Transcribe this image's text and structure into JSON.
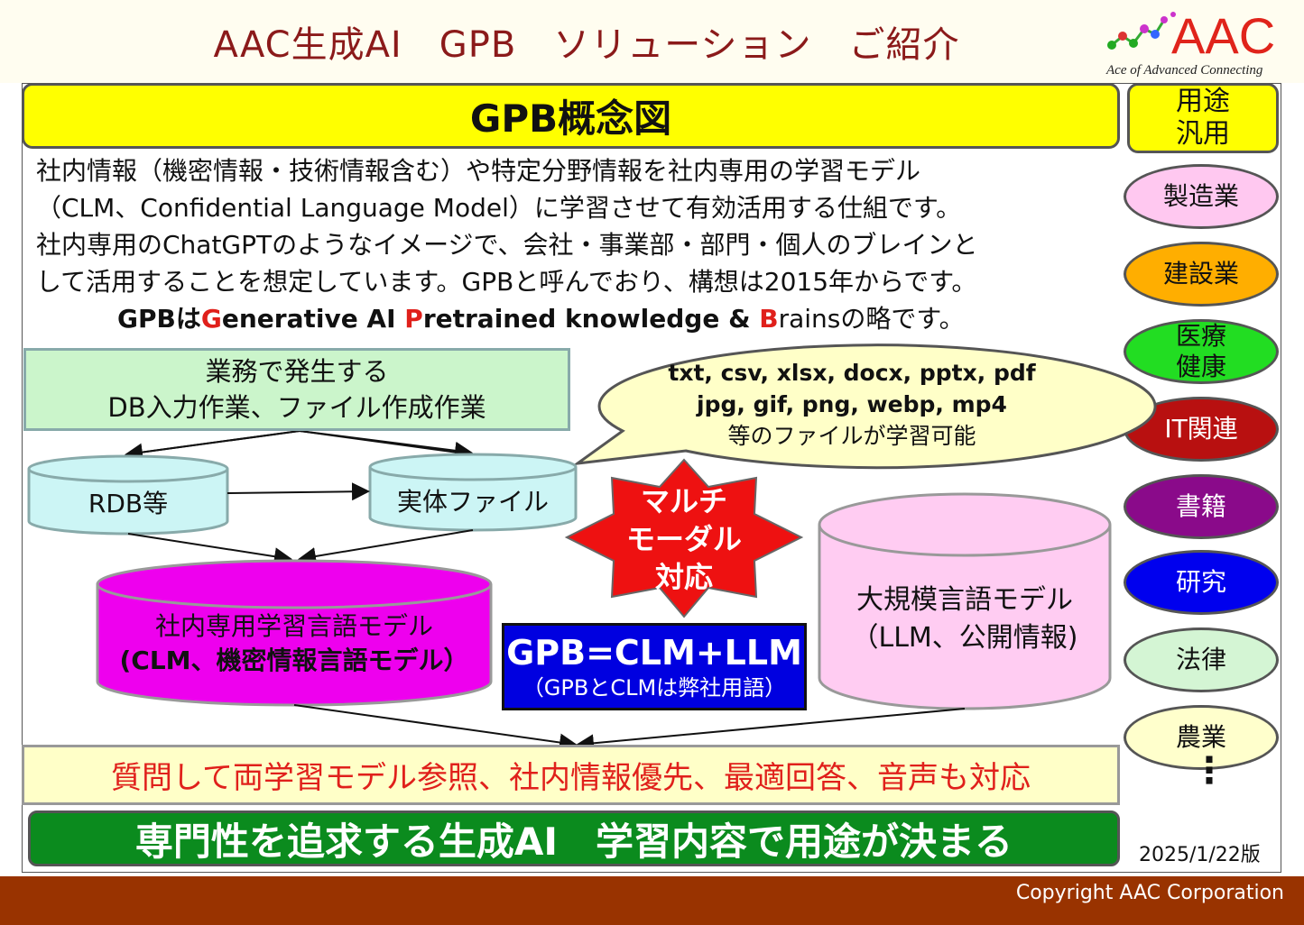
{
  "header": {
    "title": "AAC生成AI　GPB　ソリューション　ご紹介",
    "logo_text": "AAC",
    "logo_sub": "Ace of Advanced Connecting"
  },
  "concept": {
    "title": "GPB概念図"
  },
  "description": {
    "line1": "社内情報（機密情報・技術情報含む）や特定分野情報を社内専用の学習モデル",
    "line2": "（CLM、Confidential Language Model）に学習させて有効活用する仕組です。",
    "line3": "社内専用のChatGPTのようなイメージで、会社・事業部・部門・個人のブレインと",
    "line4": "して活用することを想定しています。GPBと呼んでおり、構想は2015年からです。",
    "line5_a": "GPBは",
    "line5_g": "G",
    "line5_b": "enerative AI ",
    "line5_p": "P",
    "line5_c": "retrained knowledge & ",
    "line5_br": "B",
    "line5_d": "rainsの略です。"
  },
  "usage": {
    "head_line1": "用途",
    "head_line2": "汎用",
    "categories": [
      {
        "label": "製造業",
        "bg": "#ffc8f0",
        "color": "#111111"
      },
      {
        "label": "建設業",
        "bg": "#ffae00",
        "color": "#111111"
      },
      {
        "label_line1": "医療",
        "label_line2": "健康",
        "bg": "#22dd22",
        "color": "#111111"
      },
      {
        "label": "IT関連",
        "bg": "#b81010",
        "color": "#ffffff"
      },
      {
        "label": "書籍",
        "bg": "#8a0a8a",
        "color": "#ffffff"
      },
      {
        "label": "研究",
        "bg": "#0000ee",
        "color": "#ffffff"
      },
      {
        "label": "法律",
        "bg": "#d4f5d4",
        "color": "#111111"
      },
      {
        "label": "農業",
        "bg": "#ffffcc",
        "color": "#111111"
      }
    ],
    "more": "⋮"
  },
  "diagram": {
    "business_line1": "業務で発生する",
    "business_line2": "DB入力作業、ファイル作成作業",
    "formats_line1": "txt, csv, xlsx, docx, pptx, pdf",
    "formats_line2": "jpg, gif, png, webp, mp4",
    "formats_line3": "等のファイルが学習可能",
    "rdb": "RDB等",
    "file": "実体ファイル",
    "clm_line1": "社内専用学習言語モデル",
    "clm_line2": "(CLM、機密情報言語モデル）",
    "llm_line1": "大規模言語モデル",
    "llm_line2": "（LLM、公開情報)",
    "multi_line1": "マルチ",
    "multi_line2": "モーダル",
    "multi_line3": "対応",
    "gpb_main": "GPB=CLM+LLM",
    "gpb_sub": "（GPBとCLMは弊社用語）",
    "answer": "質問して両学習モデル参照、社内情報優先、最適回答、音声も対応",
    "banner": "専門性を追求する生成AI　学習内容で用途が決まる"
  },
  "footer": {
    "version": "2025/1/22版",
    "copyright": "Copyright AAC Corporation"
  },
  "colors": {
    "title_red": "#8b1a1a",
    "accent_red": "#e0201b",
    "yellow": "#ffff00",
    "footer_brown": "#993300",
    "banner_green": "#0b8b1e",
    "gpb_blue": "#0000e0",
    "clm_magenta": "#ee00ee",
    "llm_pink": "#ffccf2",
    "db_cyan": "#ccf5f5"
  }
}
